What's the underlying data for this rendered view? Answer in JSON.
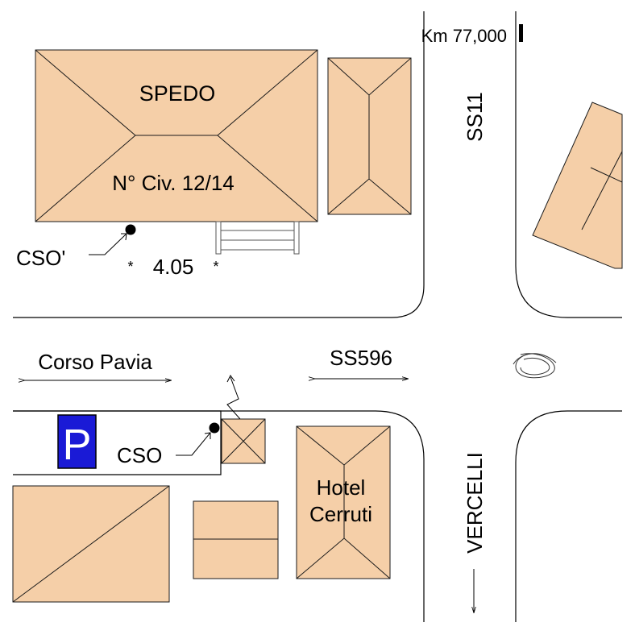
{
  "colors": {
    "building_fill": "#f5cfa8",
    "parking_bg": "#1a1ad6",
    "parking_text": "#ffffff",
    "ink": "#000000",
    "road_bg": "#ffffff"
  },
  "buildings": {
    "spedo_name": "SPEDO",
    "spedo_civ": "N° Civ. 12/14",
    "hotel_line1": "Hotel",
    "hotel_line2": "Cerruti"
  },
  "roads": {
    "corso_pavia": "Corso Pavia",
    "ss596": "SS596",
    "ss11": "SS11",
    "vercelli": "VERCELLI"
  },
  "markers": {
    "km": "Km 77,000",
    "cso_prime": "CSO'",
    "cso": "CSO",
    "distance": "4.05"
  },
  "parking": {
    "symbol": "P"
  },
  "icons": {
    "parking": "parking-sign-icon",
    "manhole": "manhole-dot-icon",
    "roundabout": "roundabout-icon",
    "direction": "arrow-icon"
  }
}
